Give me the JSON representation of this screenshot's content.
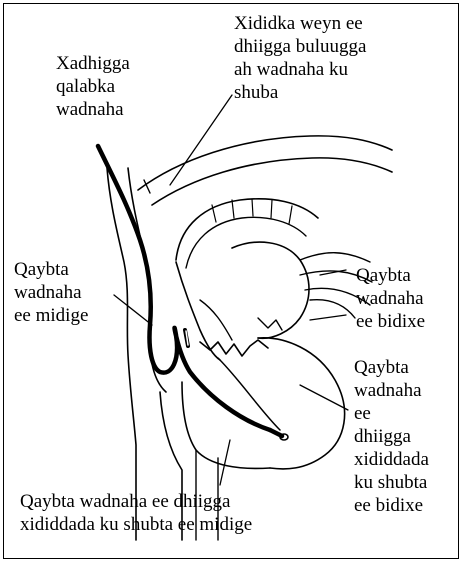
{
  "labels": {
    "catheter": "Xadhigga\nqalabka\nwadnaha",
    "aorta": "Xididka weyn ee\ndhiigga buluugga\nah wadnaha ku\nshuba",
    "right_atrium": "Qaybta\nwadnaha\nee midige",
    "left_atrium": "Qaybta\nwadnaha\nee bidixe",
    "left_ventricle": "Qaybta\nwadnaha\nee\ndhiigga\nxididdada\nku shubta\nee bidixe",
    "right_ventricle": "Qaybta wadnaha ee dhiigga\nxididdada ku shubta ee midige"
  },
  "colors": {
    "line": "#000000",
    "background": "#ffffff"
  }
}
